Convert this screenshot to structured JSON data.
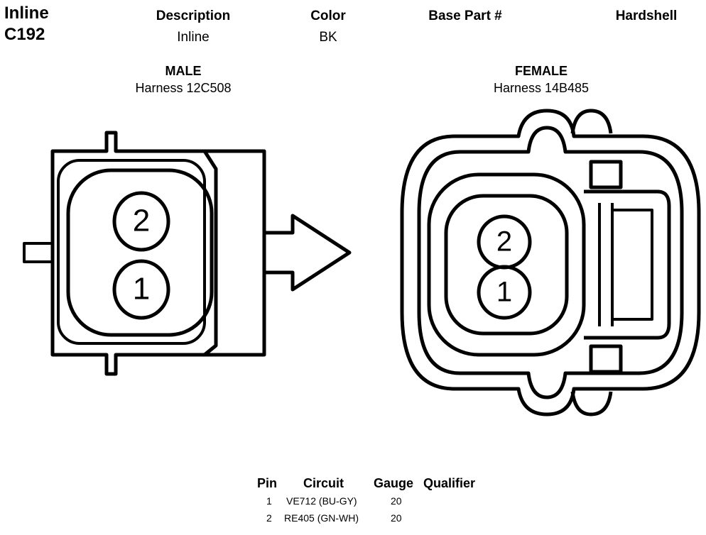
{
  "connector": {
    "line1": "Inline",
    "line2": "C192"
  },
  "header": {
    "description_label": "Description",
    "description_value": "Inline",
    "color_label": "Color",
    "color_value": "BK",
    "base_part_label": "Base Part #",
    "hardshell_label": "Hardshell"
  },
  "male": {
    "title": "MALE",
    "harness": "Harness 12C508",
    "pins": [
      "2",
      "1"
    ]
  },
  "female": {
    "title": "FEMALE",
    "harness": "Harness 14B485",
    "pins": [
      "2",
      "1"
    ]
  },
  "pin_table": {
    "headers": {
      "pin": "Pin",
      "circuit": "Circuit",
      "gauge": "Gauge",
      "qualifier": "Qualifier"
    },
    "rows": [
      {
        "pin": "1",
        "circuit": "VE712 (BU-GY)",
        "gauge": "20"
      },
      {
        "pin": "2",
        "circuit": "RE405 (GN-WH)",
        "gauge": "20"
      }
    ]
  }
}
